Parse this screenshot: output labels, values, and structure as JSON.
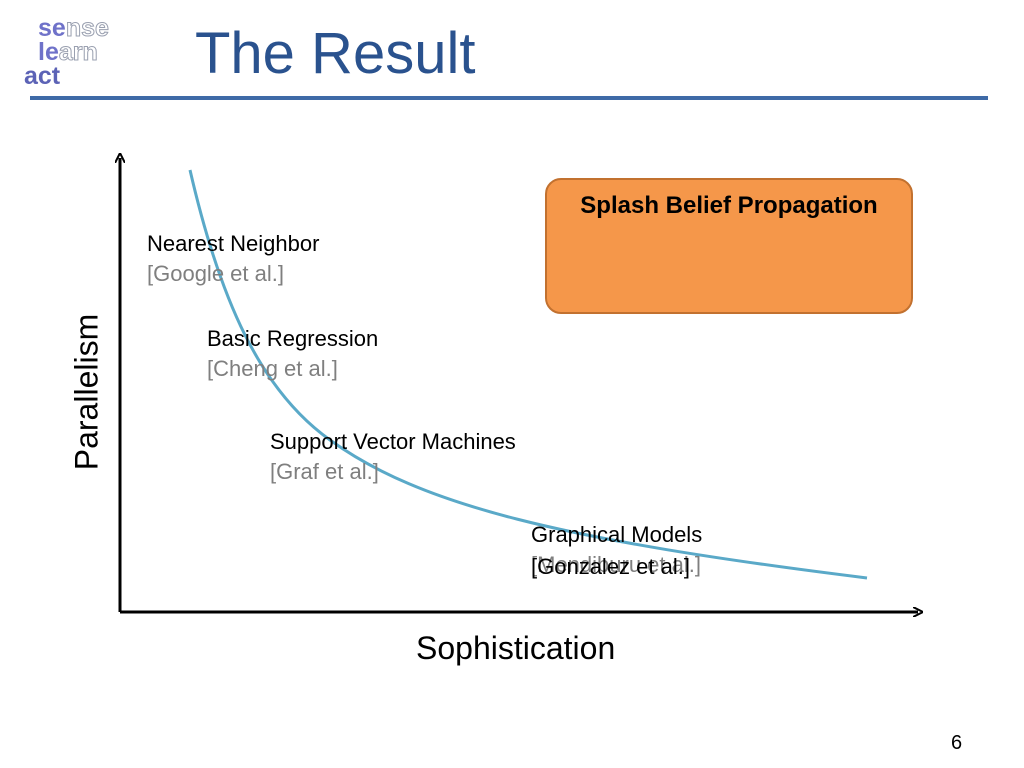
{
  "logo": {
    "line1_a": "se",
    "line1_b": "nse",
    "line2_a": "le",
    "line2_b": "arn",
    "line3_a": "act"
  },
  "title": "The Result",
  "axes": {
    "y_label": "Parallelism",
    "x_label": "Sophistication"
  },
  "methods": [
    {
      "name": "Nearest Neighbor",
      "citation": "[Google et al.]"
    },
    {
      "name": "Basic Regression",
      "citation": "[Cheng et al.]"
    },
    {
      "name": "Support Vector Machines",
      "citation": "[Graf et al.]"
    },
    {
      "name": "Graphical Models",
      "citation": "[Gonzalez et al.]",
      "citation_overlay": "[Mendiburu et al.]"
    }
  ],
  "highlight": {
    "label": "Splash Belief Propagation",
    "color": "#f5974a"
  },
  "colors": {
    "title": "#2a528e",
    "rule": "#3e6aa7",
    "curve": "#5aa9c8",
    "citation": "#7f7f7f"
  },
  "page_number": "6"
}
